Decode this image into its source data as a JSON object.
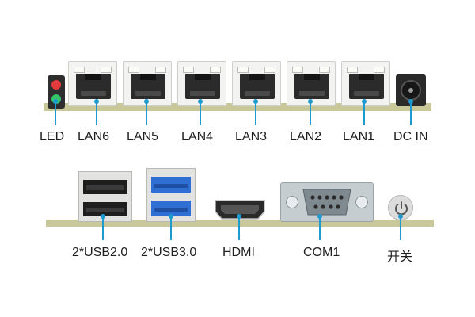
{
  "labels": {
    "led": "LED",
    "lan6": "LAN6",
    "lan5": "LAN5",
    "lan4": "LAN4",
    "lan3": "LAN3",
    "lan2": "LAN2",
    "lan1": "LAN1",
    "dc_in": "DC IN",
    "usb2": "2*USB2.0",
    "usb3": "2*USB3.0",
    "hdmi": "HDMI",
    "com1": "COM1",
    "power_switch": "开关"
  },
  "colors": {
    "board": "#c9c89a",
    "leader": "#1d9bd0",
    "usb3_blue": "#2f6fd3",
    "led_red": "#e33b3b",
    "led_green": "#35c46a"
  }
}
